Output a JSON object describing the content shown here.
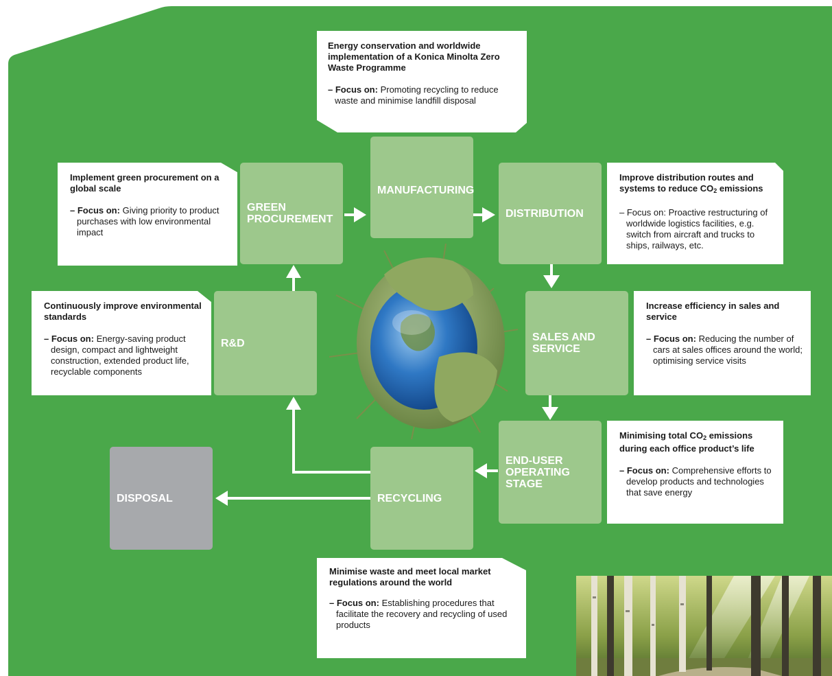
{
  "stages": {
    "manufacturing": "MANUFACTURING",
    "green_procurement": "GREEN PROCUREMENT",
    "distribution": "DISTRIBUTION",
    "rd": "R&D",
    "sales_service": "SALES AND SERVICE",
    "end_user": "END-USER OPERATING STAGE",
    "recycling": "RECYCLING",
    "disposal": "DISPOSAL"
  },
  "cards": {
    "manufacturing": {
      "headline": "Energy conservation and worldwide implementation of a Konica Minolta Zero Waste Programme",
      "focus_label": "– Focus on:",
      "focus_text": "Promoting recycling to reduce waste and minimise landfill disposal"
    },
    "procurement": {
      "headline": "Implement green procurement on a global scale",
      "focus_label": "– Focus on:",
      "focus_text": "Giving priority to product purchases with low environmental impact"
    },
    "distribution": {
      "headline_pre": "Improve distribution routes and systems to reduce CO",
      "headline_sub": "2",
      "headline_post": " emissions",
      "focus_label": "– Focus on:",
      "focus_text": "Proactive restructuring of worldwide logistics facilities, e.g. switch from aircraft and trucks to ships, railways, etc."
    },
    "rd": {
      "headline": "Continuously improve environmental standards",
      "focus_label": "– Focus on:",
      "focus_text": "Energy-saving product design, compact and lightweight construction, extended product life, recyclable components"
    },
    "sales": {
      "headline": "Increase efficiency in sales and service",
      "focus_label": "– Focus on:",
      "focus_text": "Reducing the number of cars at sales offices around the world; optimising service visits"
    },
    "enduser": {
      "headline_pre": "Minimising total CO",
      "headline_sub": "2",
      "headline_post": " emissions during each office product’s life",
      "focus_label": "– Focus on:",
      "focus_text": "Comprehensive efforts to develop products and technologies that save energy"
    },
    "recycling": {
      "headline": "Minimise waste and meet local market regulations around the world",
      "focus_label": "– Focus on:",
      "focus_text": "Establishing procedures that facilitate the recovery and recycling of used products"
    }
  },
  "colors": {
    "background_green": "#4aa84a",
    "stage_green": "#9dc88c",
    "disposal_gray": "#a7a9ac",
    "card_white": "#ffffff",
    "arrow_white": "#ffffff"
  },
  "images": {
    "center": "chestnut-husk-globe",
    "corner": "forest-photo"
  }
}
